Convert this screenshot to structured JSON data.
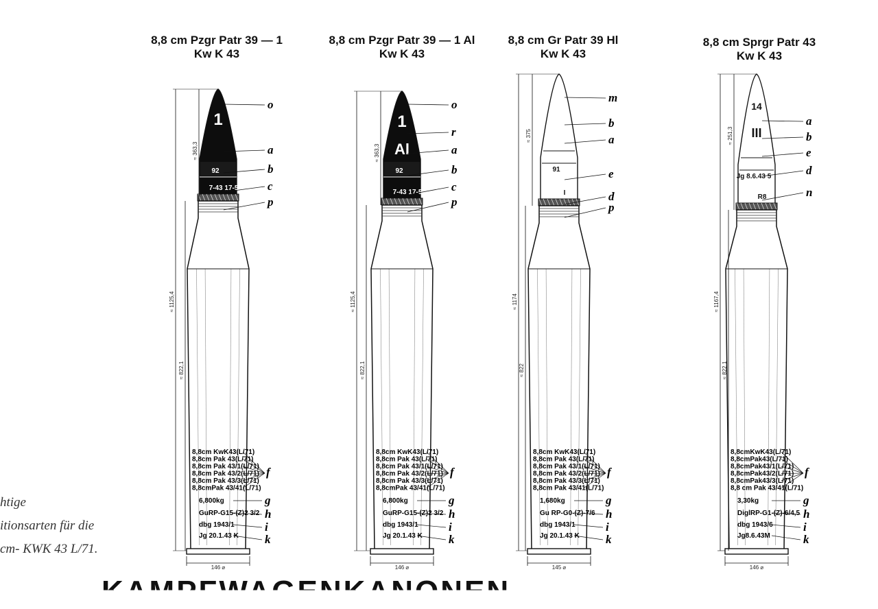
{
  "rounds": [
    {
      "title_line1": "8,8 cm Pzgr Patr 39 — 1",
      "title_line2": "Kw K 43",
      "nose_marks": [
        "1",
        ""
      ],
      "fuse_marks": [
        "92",
        "7-43 17-5"
      ],
      "overall_length": "≈ 1125,4",
      "case_length": "≈ 822,1",
      "proj_length": "≈ 363,3",
      "base_width": "146 ⌀",
      "case_texts": [
        "8,8cm KwK43(L/71)",
        "8,8cm Pak 43(L/71)",
        "8,8cm Pak 43/1(L/71)",
        "8,8cm Pak 43/2(L/71)",
        "8,8cm Pak 43/3(L/71)",
        "8,8cmPak 43/41(L/71)"
      ],
      "weight": "6,800kg",
      "powder": "GuRP-G15-(Z)2 3/2",
      "lot1": "dbg 1943/1",
      "lot2": "Jg 20.1.43 K",
      "labels": [
        "o",
        "a",
        "b",
        "c",
        "p"
      ],
      "case_labels": [
        "f",
        "g",
        "h",
        "i",
        "k"
      ]
    },
    {
      "title_line1": "8,8 cm Pzgr Patr 39 — 1 Al",
      "title_line2": "Kw K 43",
      "nose_marks": [
        "1",
        "Al"
      ],
      "fuse_marks": [
        "92",
        "7-43 17-5"
      ],
      "overall_length": "≈ 1125,4",
      "case_length": "≈ 822,1",
      "proj_length": "≈ 363,3",
      "base_width": "146 ⌀",
      "case_texts": [
        "8,8cm KwK43(L/71)",
        "8,8cm Pak 43(L/71)",
        "8,8cm Pak 43/1(L/71)",
        "8,8cm Pak 43/2(L/71)",
        "8,8cm Pak 43/3(L/71)",
        "8,8cmPak 43/41(L/71)"
      ],
      "weight": "6,800kg",
      "powder": "GuRP-G15-(Z)2 3/2",
      "lot1": "dbg 1943/1",
      "lot2": "Jg 20.1.43 K",
      "labels": [
        "o",
        "r",
        "a",
        "b",
        "c",
        "p"
      ],
      "case_labels": [
        "f",
        "g",
        "h",
        "i",
        "k"
      ]
    },
    {
      "title_line1": "8,8 cm Gr Patr 39 Hl",
      "title_line2": "Kw K 43",
      "nose_marks": [
        "",
        ""
      ],
      "fuse_marks": [
        "91",
        "I"
      ],
      "overall_length": "≈ 1174",
      "case_length": "≈ 822",
      "proj_length": "≈ 375",
      "base_width": "145 ⌀",
      "case_texts": [
        "8,8cm KwK43(L/71)",
        "8,8cm Pak 43(L/71)",
        "8,8cm Pak 43/1(L/71)",
        "8,8cm Pak 43/2(L/71)",
        "8,8cm Pak 43/3(L/71)",
        "8,8cm Pak 43/41(L/71)"
      ],
      "weight": "1,680kg",
      "powder": "Gu RP-G0-(Z)-7/6",
      "lot1": "dbg 1943/1",
      "lot2": "Jg 20.1.43 K",
      "labels": [
        "m",
        "b",
        "a",
        "e",
        "d",
        "p"
      ],
      "case_labels": [
        "f",
        "g",
        "h",
        "i",
        "k"
      ]
    },
    {
      "title_line1": "8,8 cm Sprgr Patr 43",
      "title_line2": "Kw K 43",
      "nose_marks": [
        "14",
        "III"
      ],
      "fuse_marks": [
        "Jg 8.6.43 5",
        "R8"
      ],
      "overall_length": "≈ 1167,4",
      "case_length": "≈ 822,1",
      "proj_length": "≈ 251,3",
      "base_width": "146 ⌀",
      "case_texts": [
        "8,8cmKwK43(L/71)",
        "8,8cmPak43(L/71)",
        "8,8cmPak43/1(L/71)",
        "8,8cmPak43/2(L/71)",
        "8,8cmPak43/3(L/71)",
        "8,8 cm Pak 43/41(L/71)"
      ],
      "weight": "3,30kg",
      "powder": "DiglRP-G1-(Z)-6/4,5",
      "lot1": "dbg 1943/6",
      "lot2": "Jg8.6.43M",
      "labels": [
        "a",
        "b",
        "e",
        "d",
        "n"
      ],
      "case_labels": [
        "f",
        "g",
        "h",
        "i",
        "k"
      ]
    }
  ],
  "caption": {
    "line1": "htige",
    "line2": "itionsarten für die",
    "line3": "cm- KWK 43 L/71."
  },
  "bottom_heading": "KAMPFWAGENKANONEN"
}
